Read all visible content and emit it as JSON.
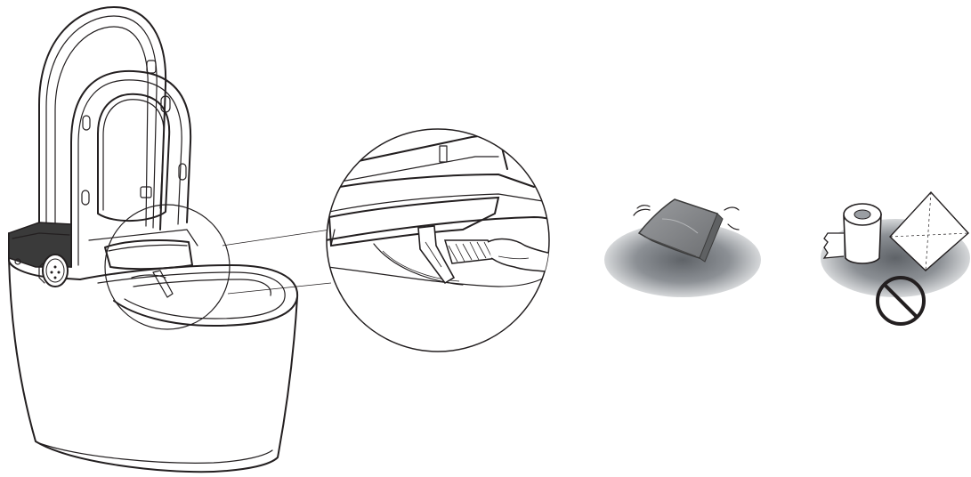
{
  "figure": {
    "panels": [
      {
        "id": "toilet",
        "icon": "smart-toilet-icon"
      },
      {
        "id": "magnified-nozzle-cleaning",
        "icon": "nozzle-brush-cleaning-icon"
      },
      {
        "id": "use-damp-cloth",
        "icon": "damp-cloth-icon"
      },
      {
        "id": "no-paper-towels",
        "icon": "toilet-paper-prohibited-icon"
      }
    ],
    "colors": {
      "line": "#231f20",
      "shadow": "#9a9ea3",
      "cloth": "#808285",
      "body_fill": "#ffffff",
      "dark_panel": "#2b2b2b"
    }
  }
}
